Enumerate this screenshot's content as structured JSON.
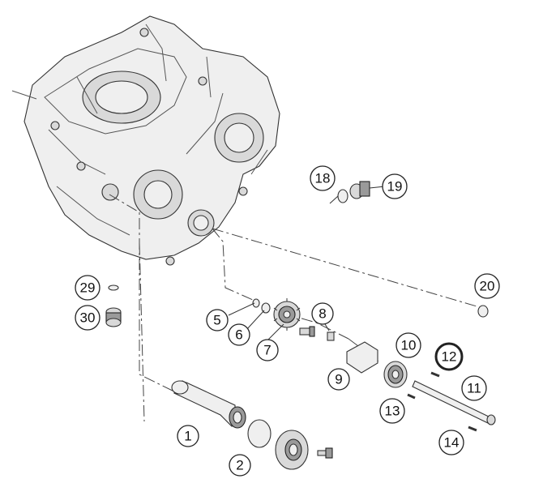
{
  "callouts": [
    {
      "id": "1",
      "label": "1"
    },
    {
      "id": "2",
      "label": "2"
    },
    {
      "id": "5",
      "label": "5"
    },
    {
      "id": "6",
      "label": "6"
    },
    {
      "id": "7",
      "label": "7"
    },
    {
      "id": "8",
      "label": "8"
    },
    {
      "id": "9",
      "label": "9"
    },
    {
      "id": "10",
      "label": "10"
    },
    {
      "id": "11",
      "label": "11"
    },
    {
      "id": "12",
      "label": "12"
    },
    {
      "id": "13",
      "label": "13"
    },
    {
      "id": "14",
      "label": "14"
    },
    {
      "id": "18",
      "label": "18"
    },
    {
      "id": "19",
      "label": "19"
    },
    {
      "id": "20",
      "label": "20"
    },
    {
      "id": "29",
      "label": "29"
    },
    {
      "id": "30",
      "label": "30"
    }
  ],
  "highlight": {
    "callout": "12",
    "color": "#e8692a"
  }
}
